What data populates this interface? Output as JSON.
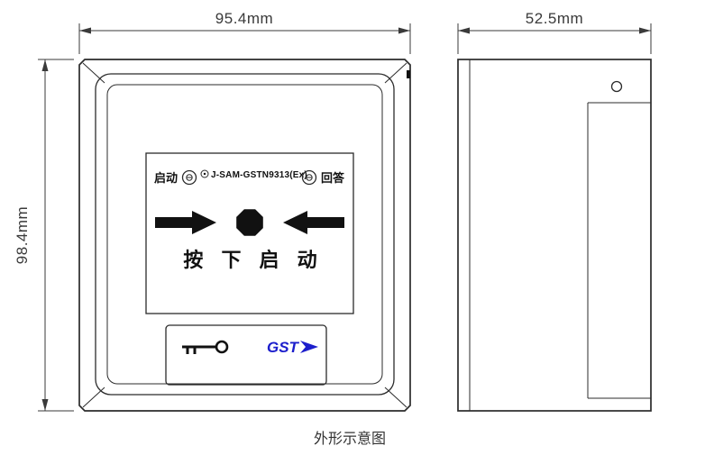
{
  "dimensions": {
    "front_width": "95.4mm",
    "front_height": "98.4mm",
    "side_depth": "52.5mm"
  },
  "front_view": {
    "start_label": "启动",
    "model_label": "J-SAM-GSTN9313(Ex)",
    "answer_label": "回答",
    "press_label": "按 下 启 动",
    "logo_text": "GST"
  },
  "caption": "外形示意图",
  "colors": {
    "line": "#2b2b2b",
    "logo_blue": "#1c1ecc"
  }
}
